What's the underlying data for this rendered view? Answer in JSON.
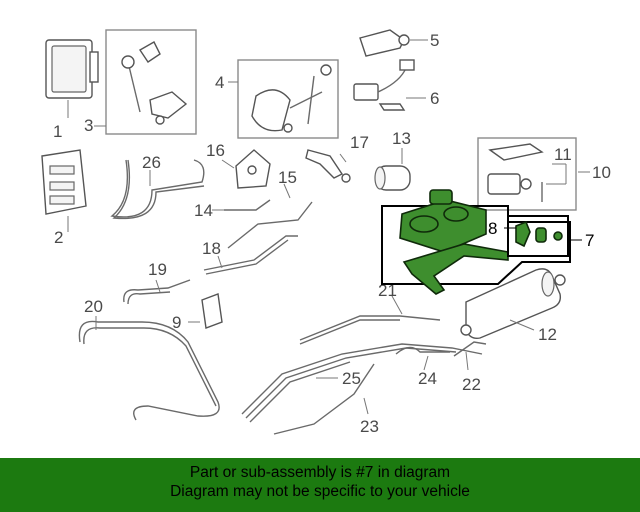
{
  "callouts": {
    "c1": "1",
    "c2": "2",
    "c3": "3",
    "c4": "4",
    "c5": "5",
    "c6": "6",
    "c7": "7",
    "c8": "8",
    "c9": "9",
    "c10": "10",
    "c11": "11",
    "c12": "12",
    "c13": "13",
    "c14": "14",
    "c15": "15",
    "c16": "16",
    "c17": "17",
    "c18": "18",
    "c19": "19",
    "c20": "20",
    "c21": "21",
    "c22": "22",
    "c23": "23",
    "c24": "24",
    "c25": "25",
    "c26": "26"
  },
  "highlight": {
    "color": "#3e8e2e",
    "part_number": "7"
  },
  "banner": {
    "line1": "Part or sub-assembly is #7 in diagram",
    "line2": "Diagram may not be specific to your vehicle",
    "background": "#1c7a10"
  }
}
